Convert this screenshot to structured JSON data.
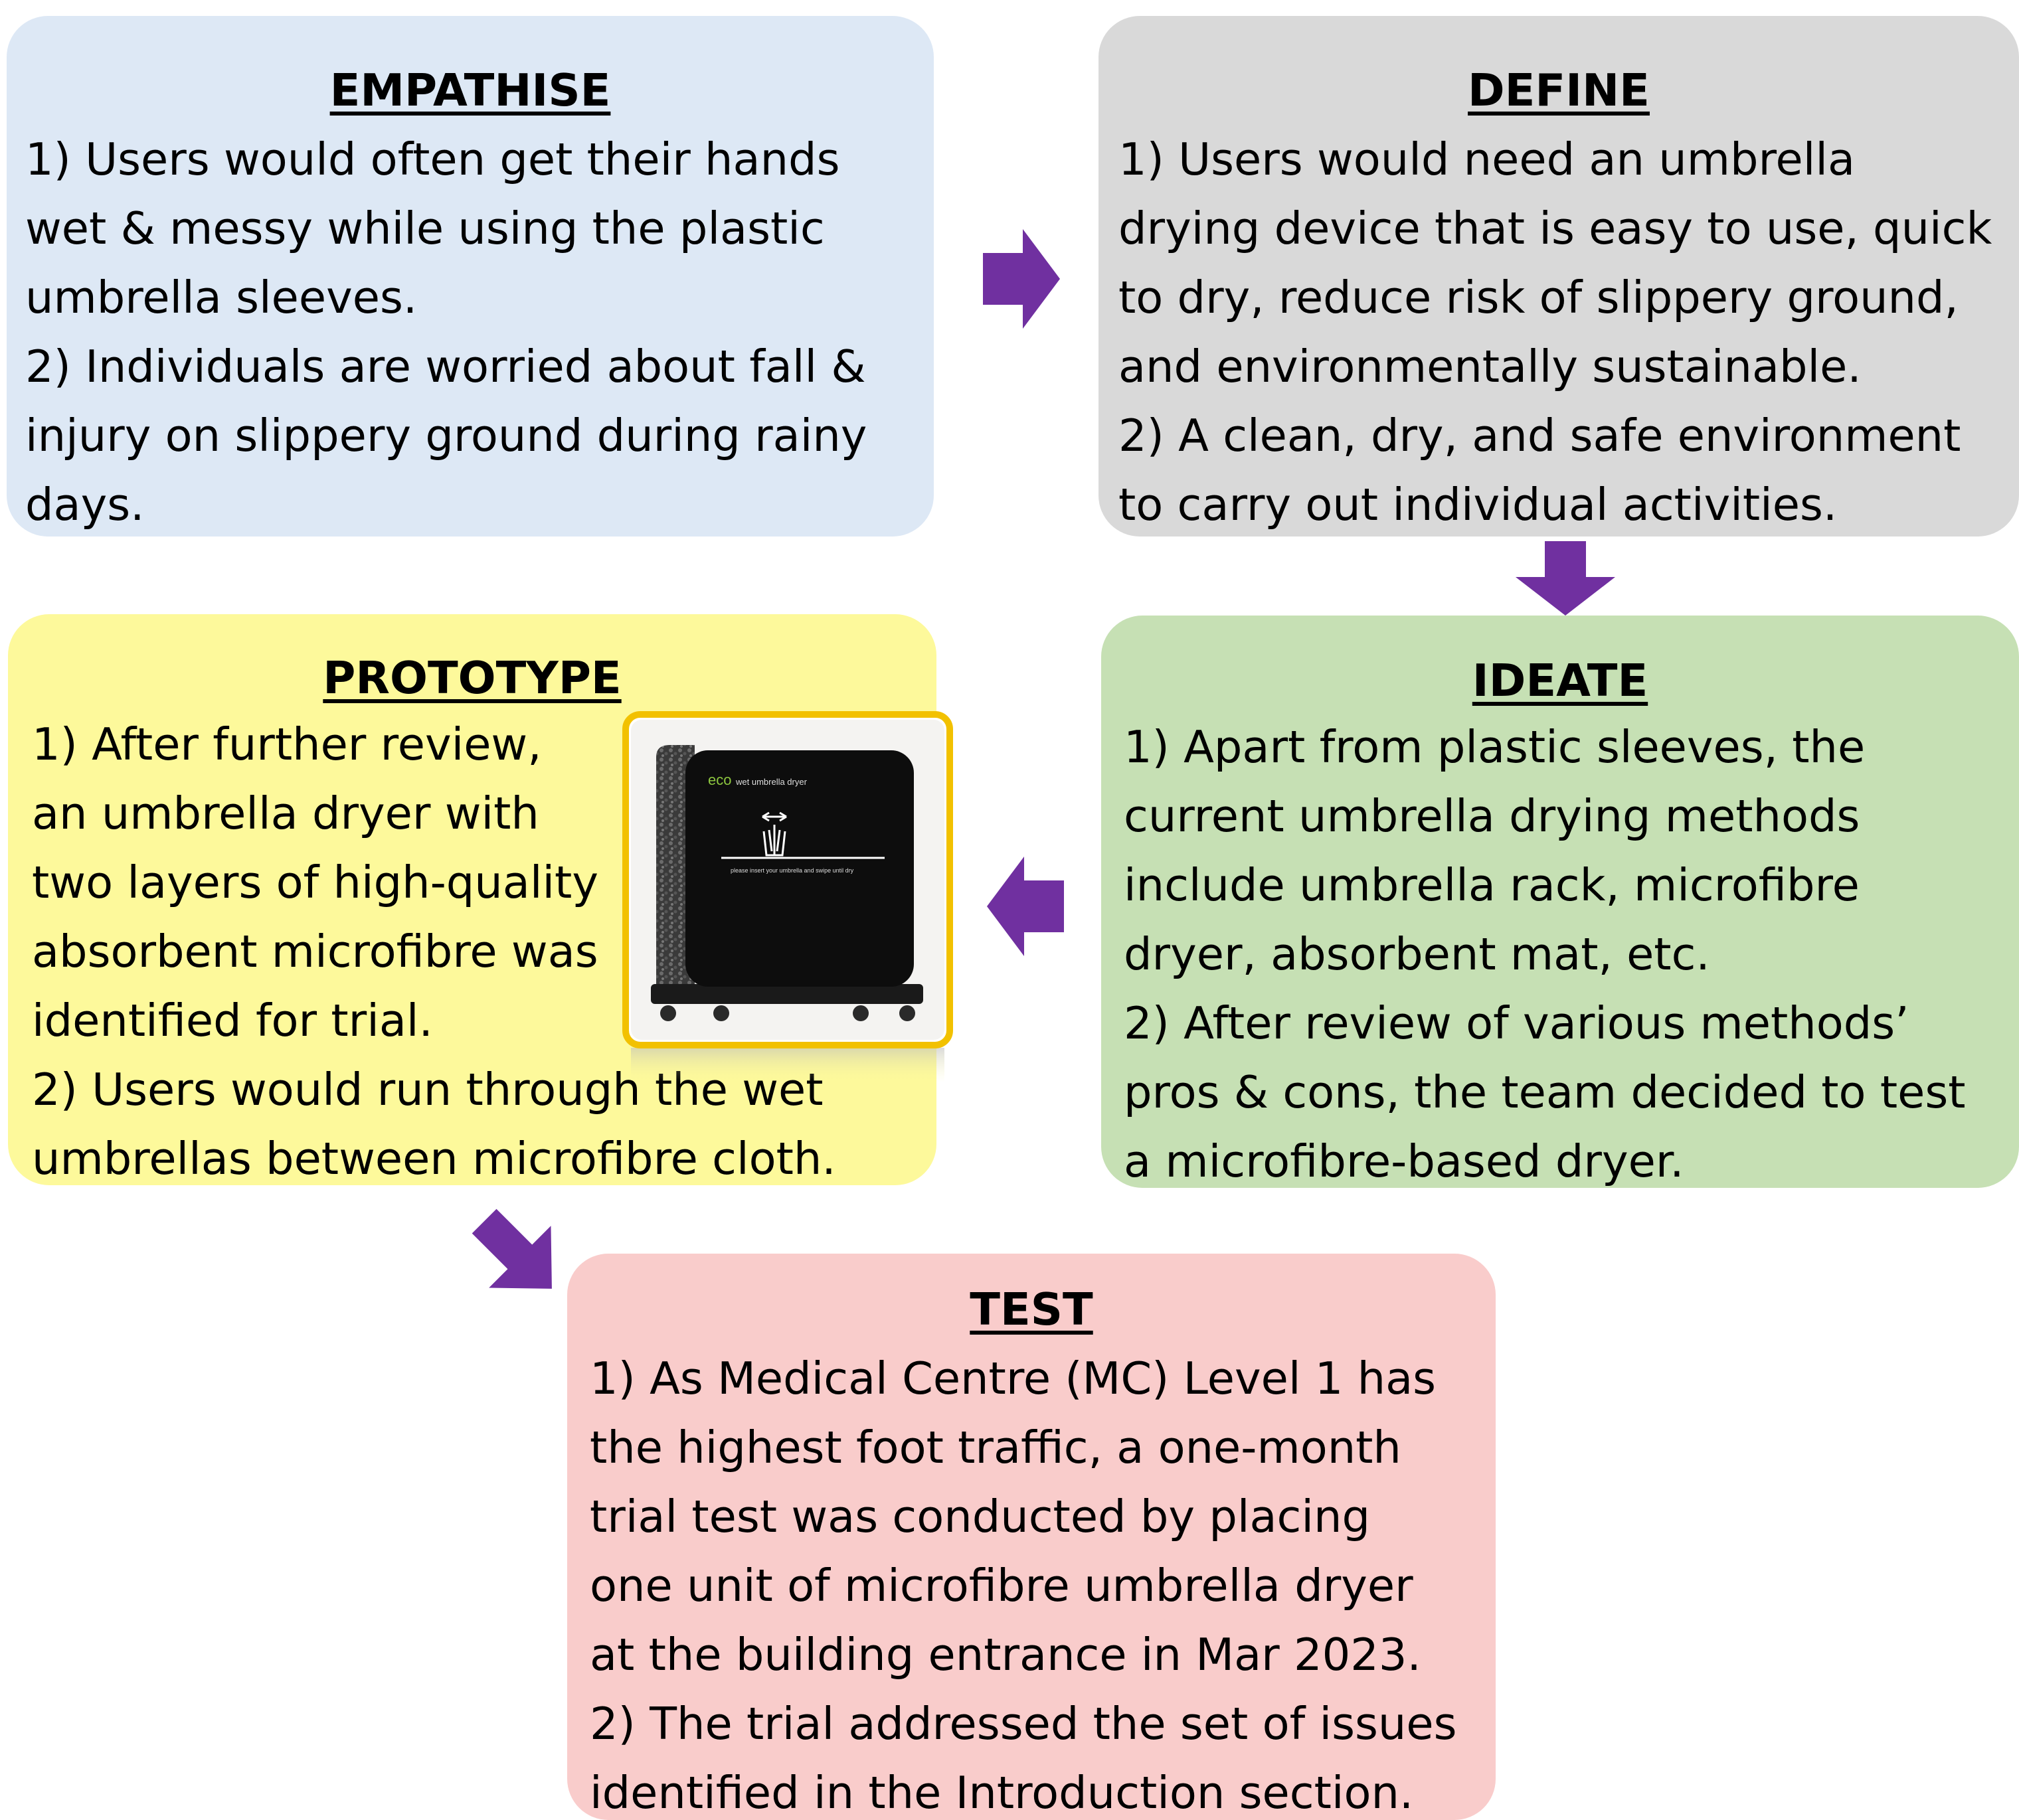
{
  "colors": {
    "empathise_bg": "#dde8f5",
    "define_bg": "#d9d9d9",
    "prototype_bg": "#fdf99b",
    "ideate_bg": "#c6e0b4",
    "test_bg": "#f9cccb",
    "arrow": "#7030a0",
    "photo_frame": "#f2c100"
  },
  "empathise": {
    "title": "EMPATHISE",
    "lines": [
      "1) Users would often get their hands",
      "wet & messy while using the plastic",
      "umbrella sleeves.",
      "2) Individuals are worried about fall &",
      "injury on slippery ground during rainy",
      "days."
    ]
  },
  "define": {
    "title": "DEFINE",
    "lines": [
      "1) Users would need an umbrella",
      "drying device that is easy to use, quick",
      "to dry, reduce risk of slippery ground,",
      "and environmentally sustainable.",
      "2) A clean, dry, and safe environment",
      "to carry out individual activities."
    ]
  },
  "prototype": {
    "title": "PROTOTYPE",
    "lines": [
      "1) After further review,",
      "an umbrella dryer with",
      "two layers of high-quality",
      "absorbent microfibre was",
      "identified for trial.",
      "2) Users would run through the wet",
      "umbrellas between microfibre cloth."
    ],
    "photo": {
      "brand": "eco",
      "product": "wet umbrella dryer",
      "instruction": "please insert your umbrella and swipe until dry",
      "icon": "umbrella-dryer-icon"
    }
  },
  "ideate": {
    "title": "IDEATE",
    "lines": [
      "1) Apart from plastic sleeves, the",
      "current umbrella drying methods",
      "include umbrella rack, microfibre",
      "dryer, absorbent mat, etc.",
      "2) After review of various methods’",
      "pros & cons, the team decided to test",
      "a microfibre-based dryer."
    ]
  },
  "test": {
    "title": "TEST",
    "lines": [
      "1) As Medical Centre (MC) Level 1 has",
      "the highest foot traffic, a one-month",
      "trial test was conducted by placing",
      "one unit of microfibre umbrella dryer",
      "at the building entrance in Mar 2023.",
      "2) The trial addressed the set of issues",
      "identified in the Introduction section."
    ]
  },
  "arrows": [
    {
      "from": "EMPATHISE",
      "to": "DEFINE",
      "icon": "arrow-right-icon"
    },
    {
      "from": "DEFINE",
      "to": "IDEATE",
      "icon": "arrow-down-icon"
    },
    {
      "from": "IDEATE",
      "to": "PROTOTYPE",
      "icon": "arrow-left-icon"
    },
    {
      "from": "PROTOTYPE",
      "to": "TEST",
      "icon": "arrow-down-right-icon"
    }
  ]
}
